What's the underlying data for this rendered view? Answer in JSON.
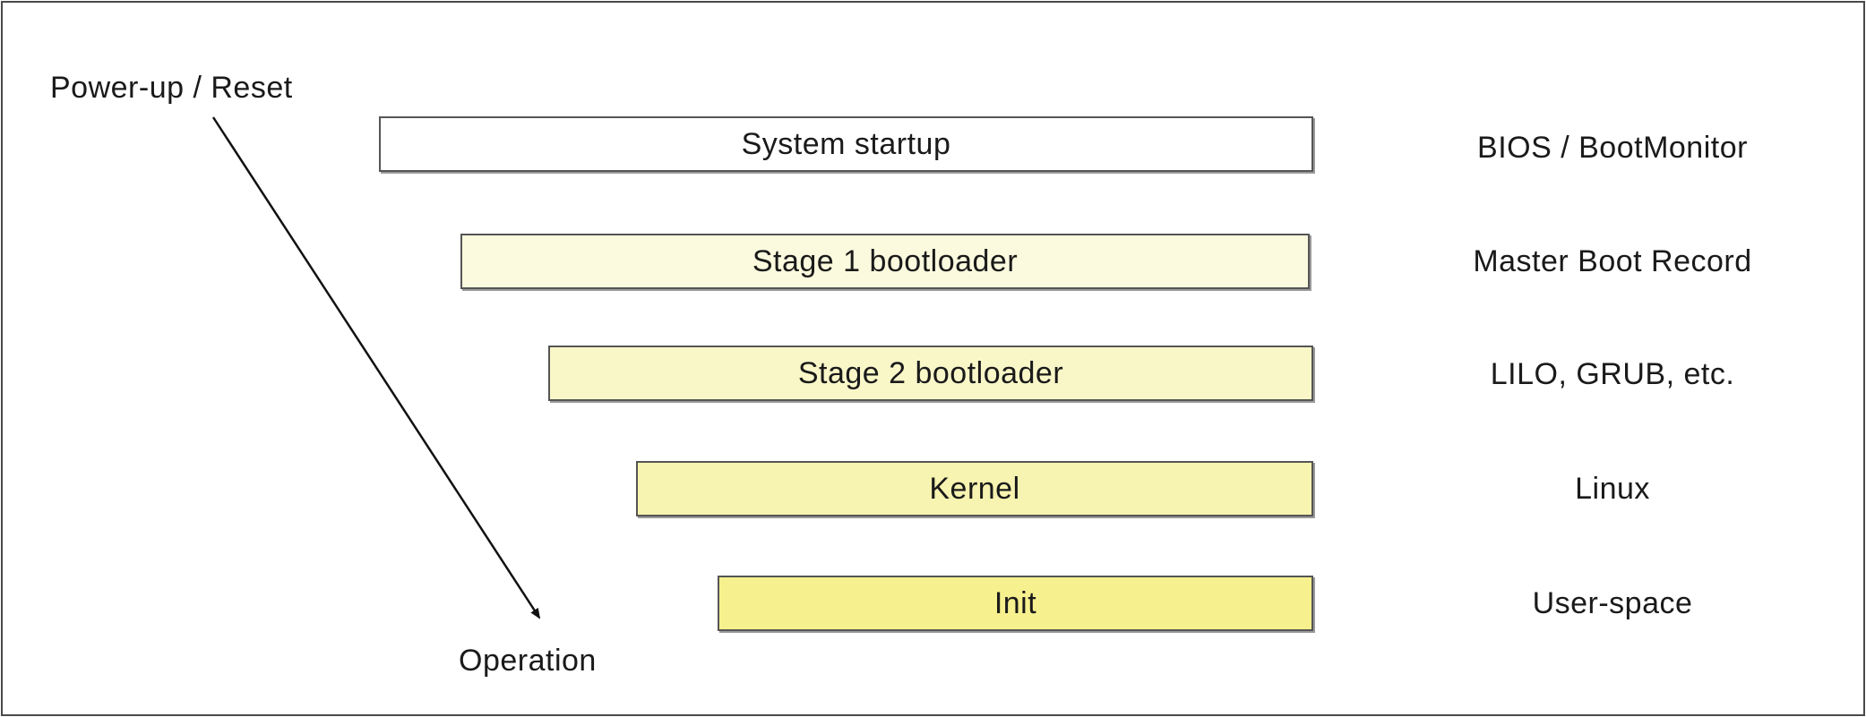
{
  "start_label": "Power-up / Reset",
  "end_label": "Operation",
  "stages": [
    {
      "label": "System startup",
      "description": "BIOS / BootMonitor",
      "fill": "#ffffff"
    },
    {
      "label": "Stage 1 bootloader",
      "description": "Master Boot Record",
      "fill": "#fbfade"
    },
    {
      "label": "Stage 2 bootloader",
      "description": "LILO, GRUB, etc.",
      "fill": "#f9f7c8"
    },
    {
      "label": "Kernel",
      "description": "Linux",
      "fill": "#f7f3b0"
    },
    {
      "label": "Init",
      "description": "User-space",
      "fill": "#f6f08e"
    }
  ]
}
